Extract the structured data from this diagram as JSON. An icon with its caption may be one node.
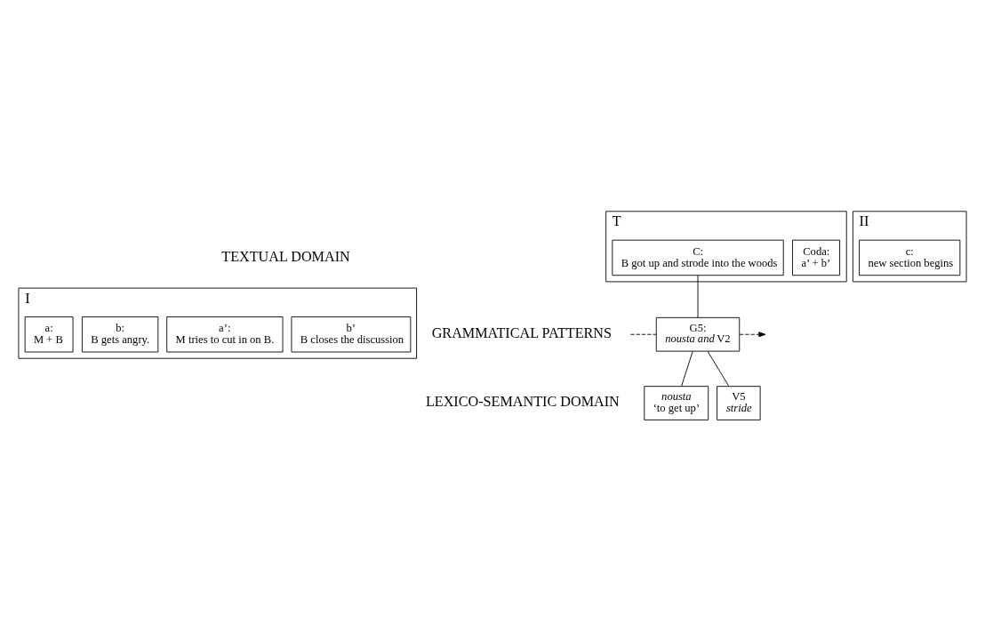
{
  "diagram": {
    "nodes": [
      {
        "text": [
          "I"
        ]
      },
      {
        "text": [
          "a:",
          "M + B"
        ],
        "in": 0
      },
      {
        "text": [
          "b:",
          "B gets angry."
        ],
        "in": 0
      },
      {
        "text": [
          "a’:",
          "M tries to cut in on B."
        ],
        "in": 0
      },
      {
        "text": [
          "b’",
          "B closes the discussion"
        ],
        "in": 0
      },
      {
        "text": [
          "T"
        ]
      },
      {
        "text": [
          "C:",
          "B got up and strode into the woods"
        ],
        "in": 5
      },
      {
        "text": [
          "Coda:",
          "a’ + b’"
        ],
        "in": 5
      },
      {
        "text": [
          "II"
        ]
      },
      {
        "text": [
          "c:",
          "new section begins"
        ],
        "in": 8
      },
      {
        "text": [
          "G5:",
          "*nousta and* V2"
        ]
      },
      {
        "text": [
          "*nousta*",
          "‘to get up’"
        ]
      },
      {
        "text": [
          "V5",
          "*stride*"
        ]
      }
    ],
    "edges": [
      {
        "from": 6,
        "to": 10,
        "arrow": "none"
      },
      {
        "from": null,
        "to": 10,
        "arrow": "none",
        "style": "dashed"
      },
      {
        "from": 10,
        "to": null,
        "arrow": "to",
        "style": "dashed"
      },
      {
        "from": 10,
        "to": 11,
        "arrow": "none"
      },
      {
        "from": 10,
        "to": 12,
        "arrow": "none"
      }
    ],
    "labels": [
      "TEXTUAL DOMAIN",
      "GRAMMATICAL PATTERNS",
      "LEXICO-SEMANTIC DOMAIN"
    ]
  }
}
